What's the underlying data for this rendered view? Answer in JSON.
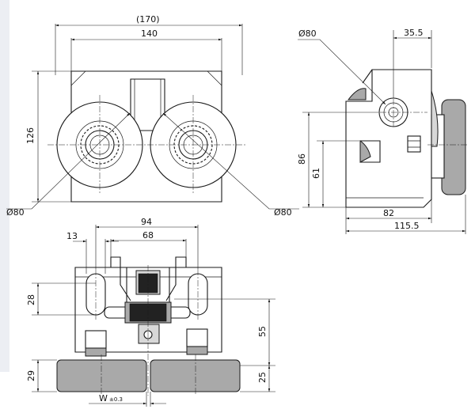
{
  "front_view": {
    "dim_overall": "(170)",
    "dim_width": "140",
    "dim_height": "126",
    "dia_left": "Ø80",
    "dia_right": "Ø80"
  },
  "side_view": {
    "dia_top": "Ø80",
    "dim_offset": "35.5",
    "dim_86": "86",
    "dim_61": "61",
    "dim_82": "82",
    "dim_1155": "115.5"
  },
  "bottom_view": {
    "dim_94": "94",
    "dim_68": "68",
    "dim_13": "13",
    "dim_28": "28",
    "dim_55": "55",
    "dim_29": "29",
    "dim_25": "25",
    "w_label": "W",
    "w_tol": "±0.3"
  }
}
